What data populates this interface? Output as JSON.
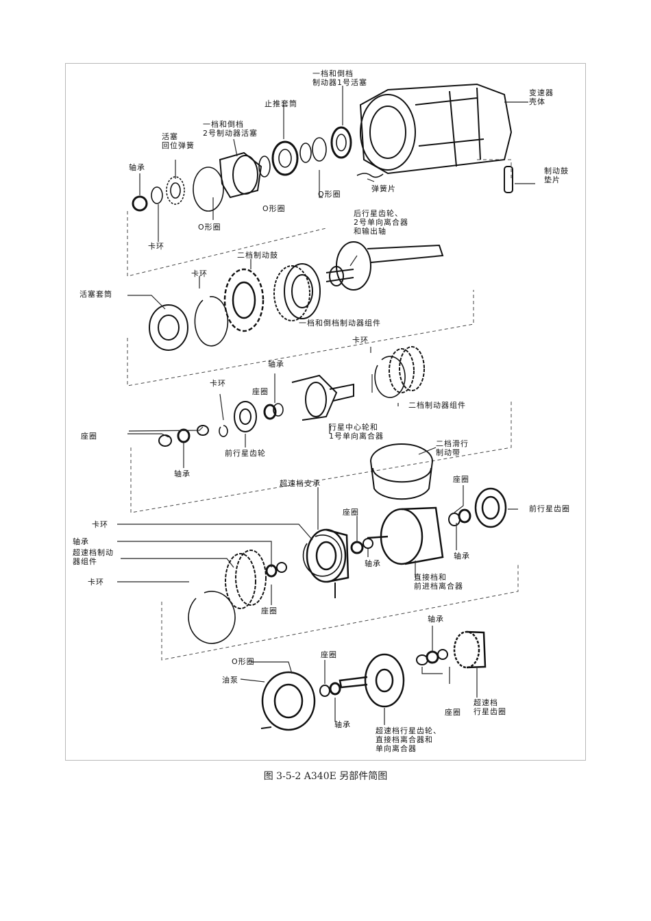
{
  "labels": {
    "brake1_piston": "一档和倒档\n制动器1号活塞",
    "case": "变速器\n壳体",
    "thrust_sleeve": "止推套筒",
    "brake2_piston": "一档和倒档\n2号制动器活塞",
    "return_spring": "活塞\n回位弹簧",
    "bearing_a": "轴承",
    "brake_drum_gasket": "制动鼓\n垫片",
    "leaf_spring": "弹簧片",
    "oring_a": "O形圈",
    "oring_b": "O形圈",
    "oring_c": "O形圈",
    "snap_ring_a": "卡环",
    "rear_planet": "后行星齿轮、\n2号单向离合器\n和输出轴",
    "second_drum": "二档制动鼓",
    "snap_ring_b": "卡环",
    "piston_sleeve": "活塞套筒",
    "brake_1r_assy": "一档和倒档制动器组件",
    "snap_ring_c": "卡环",
    "second_brake_assy": "二档制动器组件",
    "bearing_b": "轴承",
    "race_a": "座圈",
    "snap_ring_d": "卡环",
    "race_b": "座圈",
    "sun_gear": "行星中心轮和\n1号单向离合器",
    "front_planet": "前行星齿轮",
    "bearing_c": "轴承",
    "second_band": "二档滑行\n制动带",
    "od_support": "超速档支承",
    "race_c": "座圈",
    "front_ring_gear": "前行星齿圈",
    "race_d": "座圈",
    "snap_ring_e": "卡环",
    "bearing_d": "轴承",
    "od_brake_assy": "超速档制动\n器组件",
    "bearing_e": "轴承",
    "direct_clutch": "直接档和\n前进档离合器",
    "bearing_f": "轴承",
    "snap_ring_f": "卡环",
    "race_e": "座圈",
    "bearing_g": "轴承",
    "oring_d": "O形圈",
    "race_f": "座圈",
    "oil_pump": "油泵",
    "od_ring_gear": "超速档\n行星齿圈",
    "race_g": "座圈",
    "bearing_h": "轴承",
    "od_planet": "超速档行星齿轮、\n直接档离合器和\n单向离合器"
  },
  "caption": "图 3-5-2   A340E 另部件简图"
}
